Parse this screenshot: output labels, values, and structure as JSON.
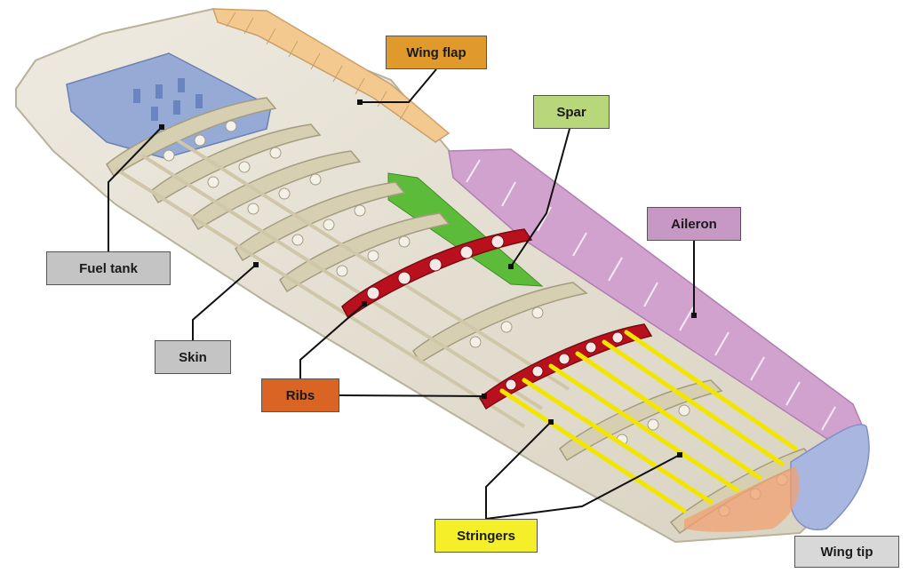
{
  "labels": {
    "wing_flap": "Wing flap",
    "spar": "Spar",
    "aileron": "Aileron",
    "fuel_tank": "Fuel tank",
    "skin": "Skin",
    "ribs": "Ribs",
    "stringers": "Stringers",
    "wing_tip": "Wing tip"
  },
  "colors": {
    "flap": "#f3c98f",
    "spar": "#5dbb3a",
    "aileron": "#d2a2cf",
    "fuel_tank": "#8ea4d6",
    "ribs": "#b8101c",
    "stringers": "#f2e600",
    "structure": "#d6cfb2",
    "wing_tip": "#a9b7e0"
  }
}
